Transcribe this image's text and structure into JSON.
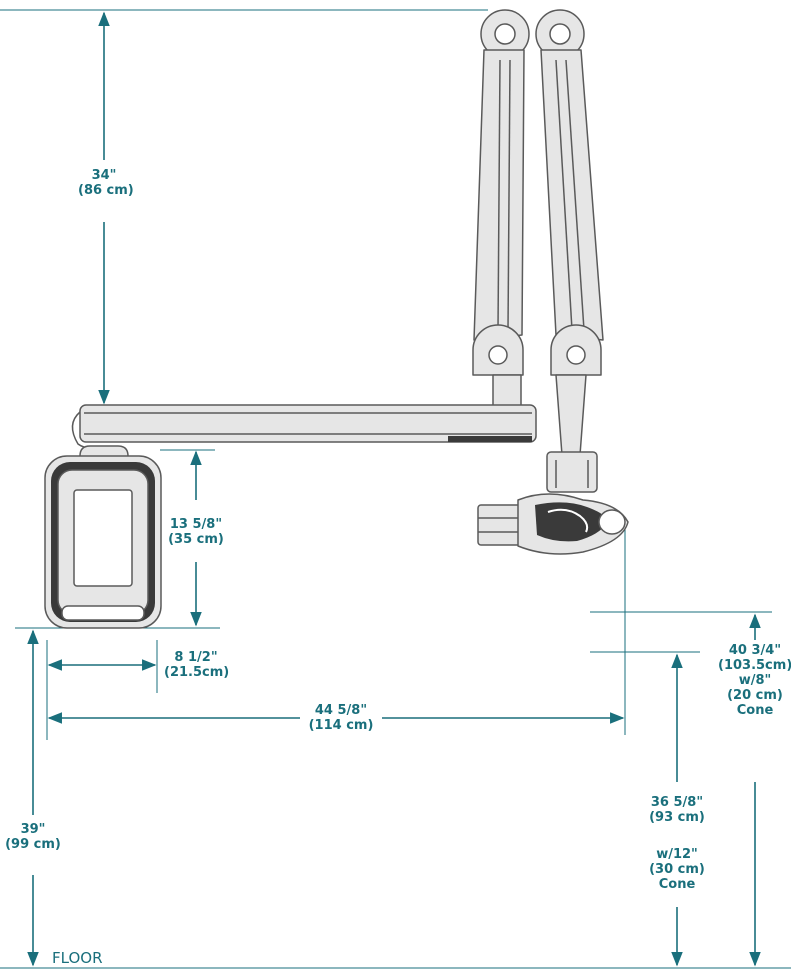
{
  "colors": {
    "dimension": "#1a6f7c",
    "outline": "#5a5a5a",
    "fill": "#e6e6e6",
    "dark": "#3a3a3a"
  },
  "dimensions": {
    "arm_height": {
      "imperial": "34\"",
      "metric": "(86 cm)"
    },
    "panel_height": {
      "imperial": "13 5/8\"",
      "metric": "(35 cm)"
    },
    "panel_width": {
      "imperial": "8 1/2\"",
      "metric": "(21.5cm)"
    },
    "reach": {
      "imperial": "44 5/8\"",
      "metric": "(114 cm)"
    },
    "mount_height": {
      "imperial": "39\"",
      "metric": "(99 cm)"
    },
    "cone_8": {
      "imperial": "40 3/4\"",
      "metric": "(103.5cm)",
      "with": "w/8\"",
      "cone_metric": "(20 cm)",
      "cone": "Cone"
    },
    "cone_12": {
      "imperial": "36 5/8\"",
      "metric": "(93 cm)",
      "with": "w/12\"",
      "cone_metric": "(30 cm)",
      "cone": "Cone"
    }
  },
  "floor_label": "FLOOR"
}
